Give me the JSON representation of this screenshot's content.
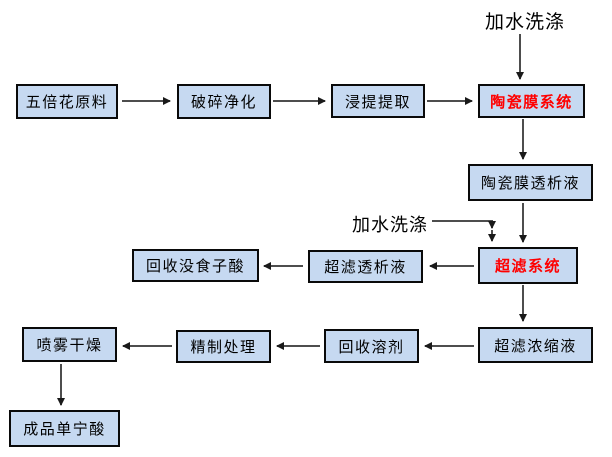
{
  "diagram": {
    "description_type": "flowchart",
    "colors": {
      "background": "#ffffff",
      "box_fill": "#c6d9f1",
      "box_border": "#0a0a0a",
      "box_text": "#000000",
      "highlight_text": "#ff0000",
      "arrow": "#4d4d4d"
    },
    "nodes": [
      {
        "id": "raw-material",
        "label": "五倍花原料",
        "highlight": false
      },
      {
        "id": "crush-purify",
        "label": "破碎净化",
        "highlight": false
      },
      {
        "id": "soak-extract",
        "label": "浸提提取",
        "highlight": false
      },
      {
        "id": "ceramic-membrane-system",
        "label": "陶瓷膜系统",
        "highlight": true
      },
      {
        "id": "ceramic-membrane-dialysate",
        "label": "陶瓷膜透析液",
        "highlight": false
      },
      {
        "id": "ultrafiltration-system",
        "label": "超滤系统",
        "highlight": true
      },
      {
        "id": "ultrafiltration-dialysate",
        "label": "超滤透析液",
        "highlight": false
      },
      {
        "id": "recovered-gallic-acid",
        "label": "回收没食子酸",
        "highlight": false
      },
      {
        "id": "ultrafiltration-concentrate",
        "label": "超滤浓缩液",
        "highlight": false
      },
      {
        "id": "recovered-solvent",
        "label": "回收溶剂",
        "highlight": false
      },
      {
        "id": "refining",
        "label": "精制处理",
        "highlight": false
      },
      {
        "id": "spray-drying",
        "label": "喷雾干燥",
        "highlight": false
      },
      {
        "id": "finished-tannic-acid",
        "label": "成品单宁酸",
        "highlight": false
      }
    ],
    "annotations": [
      {
        "id": "add-water-wash-top",
        "text": "加水洗涤"
      },
      {
        "id": "add-water-wash-mid",
        "text": "加水洗涤"
      }
    ],
    "edges": [
      {
        "from": "raw-material",
        "to": "crush-purify"
      },
      {
        "from": "crush-purify",
        "to": "soak-extract"
      },
      {
        "from": "soak-extract",
        "to": "ceramic-membrane-system"
      },
      {
        "from": "add-water-wash-top",
        "to": "ceramic-membrane-system"
      },
      {
        "from": "ceramic-membrane-system",
        "to": "ceramic-membrane-dialysate"
      },
      {
        "from": "ceramic-membrane-dialysate",
        "to": "ultrafiltration-system"
      },
      {
        "from": "add-water-wash-mid",
        "to": "ultrafiltration-system"
      },
      {
        "from": "ultrafiltration-system",
        "to": "ultrafiltration-dialysate"
      },
      {
        "from": "ultrafiltration-dialysate",
        "to": "recovered-gallic-acid"
      },
      {
        "from": "ultrafiltration-system",
        "to": "ultrafiltration-concentrate"
      },
      {
        "from": "ultrafiltration-concentrate",
        "to": "recovered-solvent"
      },
      {
        "from": "recovered-solvent",
        "to": "refining"
      },
      {
        "from": "refining",
        "to": "spray-drying"
      },
      {
        "from": "spray-drying",
        "to": "finished-tannic-acid"
      }
    ]
  }
}
